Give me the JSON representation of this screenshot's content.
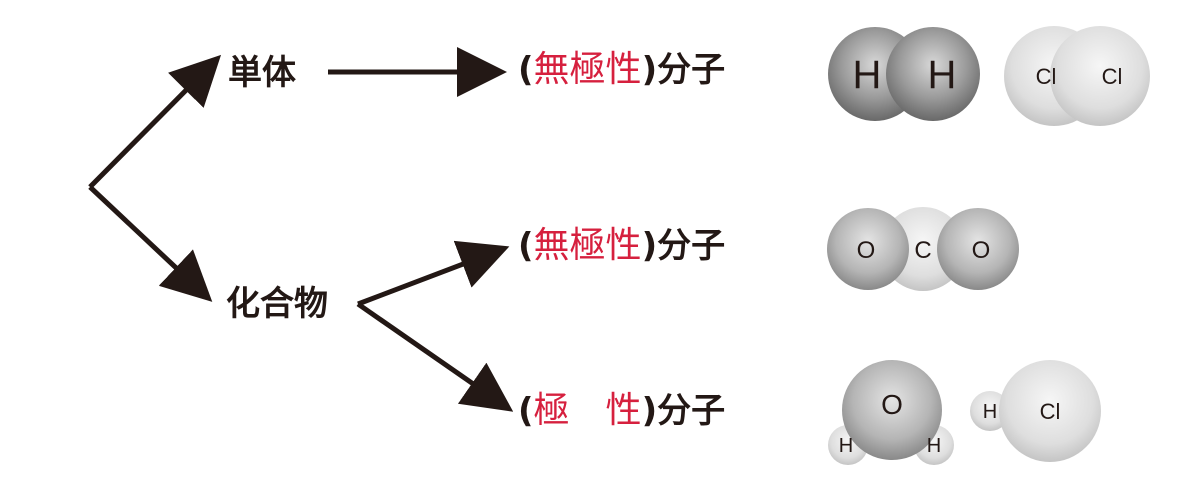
{
  "left": {
    "element_label": "単体",
    "compound_label": "化合物"
  },
  "rows": [
    {
      "open": "(",
      "fill": "無極性",
      "close": ")",
      "suffix": "分子"
    },
    {
      "open": "(",
      "fill": "無極性",
      "close": ")",
      "suffix": "分子"
    },
    {
      "open": "(",
      "fill": "極　性",
      "close": ")",
      "suffix": "分子"
    }
  ],
  "molecules": {
    "h2": [
      "H",
      "H"
    ],
    "cl2": [
      "Cl",
      "Cl"
    ],
    "co2": [
      "O",
      "C",
      "O"
    ],
    "h2o": [
      "O",
      "H",
      "H"
    ],
    "hcl": [
      "H",
      "Cl"
    ]
  },
  "colors": {
    "arrow": "#231815",
    "handwriting": "#d6203e"
  }
}
